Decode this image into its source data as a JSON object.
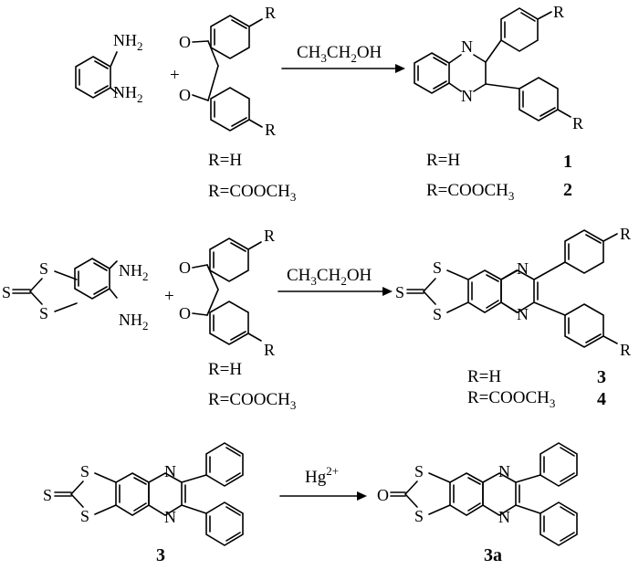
{
  "schemes": [
    {
      "diamine": {
        "nh2_top": "NH",
        "nh2_bottom": "NH",
        "sub": "2"
      },
      "plus": "+",
      "diketone_R_top": "R",
      "diketone_R_bottom": "R",
      "diketone_O": "O",
      "reagent": {
        "main": "CH",
        "sub1": "3",
        "mid": "CH",
        "sub2": "2",
        "end": "OH"
      },
      "substituents": [
        "R=H",
        "R=COOCH",
        "3"
      ],
      "product_R_top": "R",
      "product_R_bottom": "R",
      "product_N": "N",
      "product_substituents": [
        "R=H",
        "R=COOCH",
        "3"
      ],
      "compound_numbers": [
        "1",
        "2"
      ]
    },
    {
      "dithiole": {
        "S": "S"
      },
      "diamine": {
        "nh2_top": "NH",
        "nh2_bottom": "NH",
        "sub": "2"
      },
      "plus": "+",
      "diketone_R_top": "R",
      "diketone_R_bottom": "R",
      "diketone_O": "O",
      "reagent": {
        "main": "CH",
        "sub1": "3",
        "mid": "CH",
        "sub2": "2",
        "end": "OH"
      },
      "substituents": [
        "R=H",
        "R=COOCH",
        "3"
      ],
      "product_R_top": "R",
      "product_R_bottom": "R",
      "product_N": "N",
      "product_S": "S",
      "product_substituents": [
        "R=H",
        "R=COOCH",
        "3"
      ],
      "compound_numbers": [
        "3",
        "4"
      ]
    },
    {
      "reactant_S": "S",
      "reactant_N": "N",
      "reagent": {
        "main": "Hg",
        "sup": "2+"
      },
      "product_S": "S",
      "product_O": "O",
      "product_N": "N",
      "compound_numbers": [
        "3",
        "3a"
      ]
    }
  ]
}
